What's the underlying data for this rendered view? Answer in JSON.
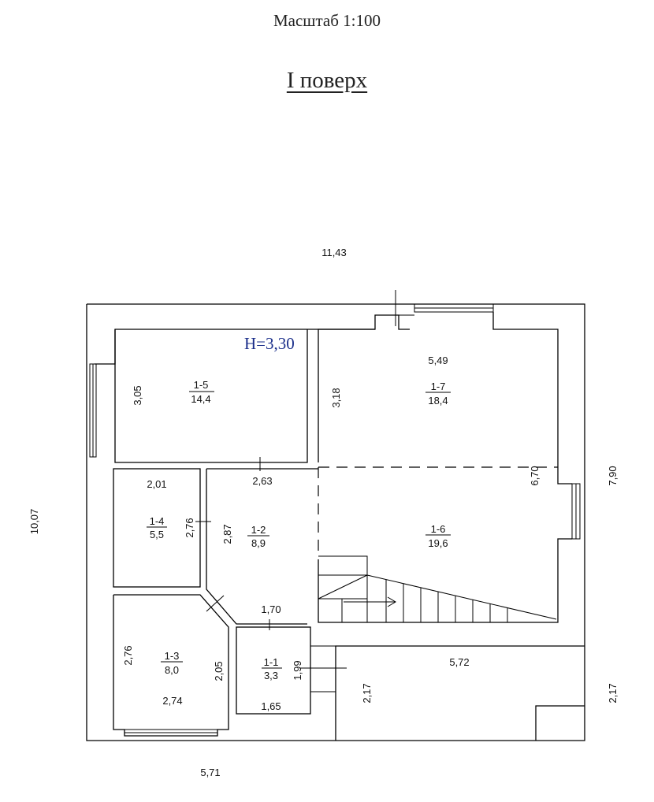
{
  "header": {
    "scale": "Масштаб 1:100",
    "floor": "I поверх"
  },
  "plan": {
    "height_label": "Н=3,30",
    "dimensions": {
      "top_width": "11,43",
      "left_height": "10,07",
      "right_height": "7,90",
      "bottom_width": "5,71",
      "right_lower": "2,17",
      "lower_bay_height": "2,17",
      "lower_bay_width": "5,72"
    },
    "rooms": [
      {
        "id": "1-5",
        "area": "14,4",
        "dims": [
          "3,05"
        ]
      },
      {
        "id": "1-7",
        "area": "18,4",
        "dims": [
          "5,49",
          "3,18"
        ]
      },
      {
        "id": "1-4",
        "area": "5,5",
        "dims": [
          "2,01",
          "2,76"
        ]
      },
      {
        "id": "1-2",
        "area": "8,9",
        "dims": [
          "2,63",
          "2,87"
        ]
      },
      {
        "id": "1-6",
        "area": "19,6",
        "dims": [
          "6,70"
        ]
      },
      {
        "id": "1-3",
        "area": "8,0",
        "dims": [
          "2,76",
          "2,05",
          "2,74"
        ]
      },
      {
        "id": "1-1",
        "area": "3,3",
        "dims": [
          "1,70",
          "1,99",
          "1,65"
        ]
      }
    ]
  }
}
